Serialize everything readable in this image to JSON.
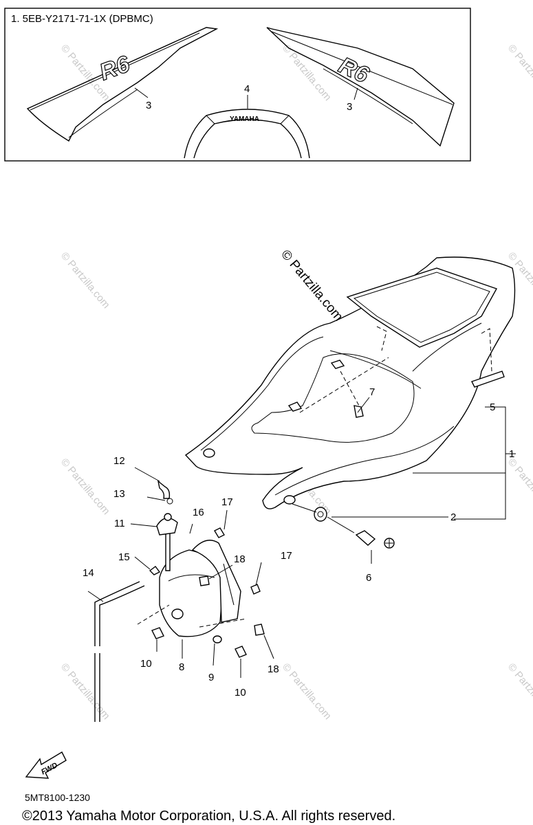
{
  "inset": {
    "title": "1. 5EB-Y2171-71-1X (DPBMC)",
    "decal_left": "R6",
    "decal_right": "R6",
    "emblem": "YAMAHA"
  },
  "callouts": {
    "c1": "1",
    "c2": "2",
    "c3a": "3",
    "c3b": "3",
    "c4": "4",
    "c5": "5",
    "c6": "6",
    "c7": "7",
    "c8": "8",
    "c9": "9",
    "c10a": "10",
    "c10b": "10",
    "c11": "11",
    "c12": "12",
    "c13": "13",
    "c14": "14",
    "c15": "15",
    "c16": "16",
    "c17a": "17",
    "c17b": "17",
    "c18a": "18",
    "c18b": "18"
  },
  "fwd_label": "FWD",
  "watermarks": {
    "main": "© Partzilla.com",
    "repeat": "© Partzilla.com"
  },
  "diagram_code": "5MT8100-1230",
  "copyright": "©2013  Yamaha Motor Corporation, U.S.A. All rights reserved."
}
